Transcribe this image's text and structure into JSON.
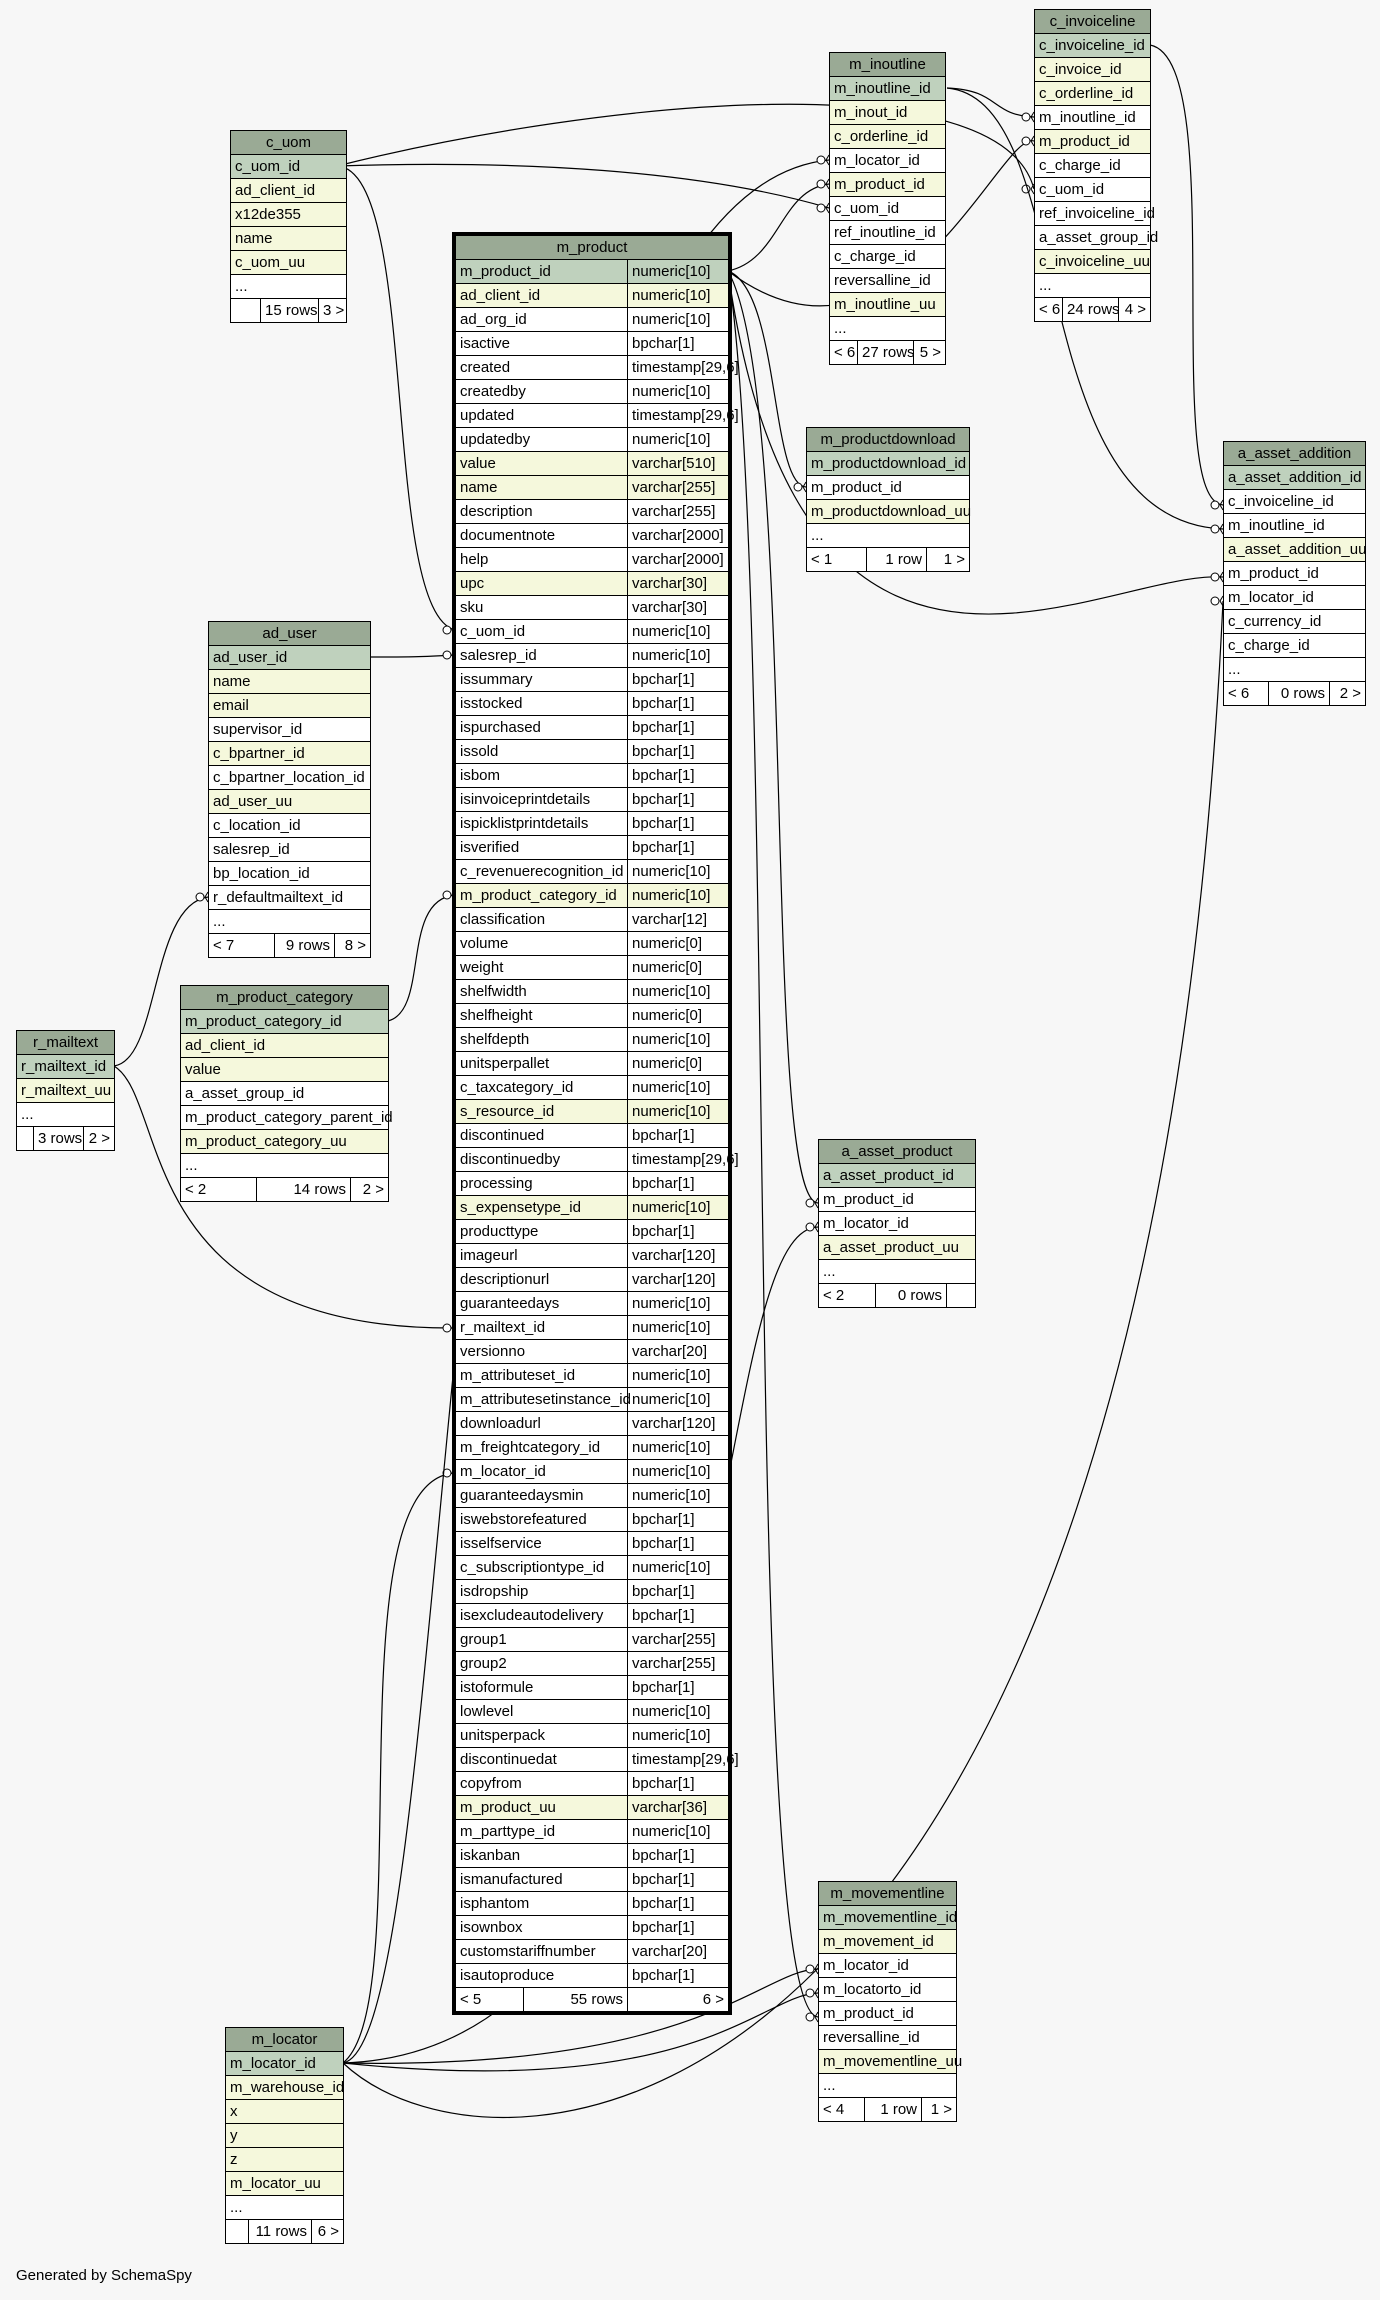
{
  "footer": "Generated by SchemaSpy",
  "tables": {
    "c_uom": {
      "name": "c_uom",
      "rows": [
        {
          "c": "c_uom_id",
          "k": "pk"
        },
        {
          "c": "ad_client_id",
          "k": "idx"
        },
        {
          "c": "x12de355",
          "k": "idx"
        },
        {
          "c": "name",
          "k": "idx"
        },
        {
          "c": "c_uom_uu",
          "k": "idx"
        },
        {
          "c": "...",
          "k": ""
        }
      ],
      "foot": [
        "",
        "15 rows",
        "3 >"
      ]
    },
    "ad_user": {
      "name": "ad_user",
      "rows": [
        {
          "c": "ad_user_id",
          "k": "pk"
        },
        {
          "c": "name",
          "k": "idx"
        },
        {
          "c": "email",
          "k": "idx"
        },
        {
          "c": "supervisor_id",
          "k": ""
        },
        {
          "c": "c_bpartner_id",
          "k": "idx"
        },
        {
          "c": "c_bpartner_location_id",
          "k": ""
        },
        {
          "c": "ad_user_uu",
          "k": "idx"
        },
        {
          "c": "c_location_id",
          "k": ""
        },
        {
          "c": "salesrep_id",
          "k": ""
        },
        {
          "c": "bp_location_id",
          "k": ""
        },
        {
          "c": "r_defaultmailtext_id",
          "k": ""
        },
        {
          "c": "...",
          "k": ""
        }
      ],
      "foot": [
        "< 7",
        "9 rows",
        "8 >"
      ]
    },
    "r_mailtext": {
      "name": "r_mailtext",
      "rows": [
        {
          "c": "r_mailtext_id",
          "k": "pk"
        },
        {
          "c": "r_mailtext_uu",
          "k": "idx"
        },
        {
          "c": "...",
          "k": ""
        }
      ],
      "foot": [
        "",
        "3 rows",
        "2 >"
      ]
    },
    "m_product_category": {
      "name": "m_product_category",
      "rows": [
        {
          "c": "m_product_category_id",
          "k": "pk"
        },
        {
          "c": "ad_client_id",
          "k": "idx"
        },
        {
          "c": "value",
          "k": "idx"
        },
        {
          "c": "a_asset_group_id",
          "k": ""
        },
        {
          "c": "m_product_category_parent_id",
          "k": ""
        },
        {
          "c": "m_product_category_uu",
          "k": "idx"
        },
        {
          "c": "...",
          "k": ""
        }
      ],
      "foot": [
        "< 2",
        "14 rows",
        "2 >"
      ]
    },
    "m_locator": {
      "name": "m_locator",
      "rows": [
        {
          "c": "m_locator_id",
          "k": "pk"
        },
        {
          "c": "m_warehouse_id",
          "k": "idx"
        },
        {
          "c": "x",
          "k": "idx"
        },
        {
          "c": "y",
          "k": "idx"
        },
        {
          "c": "z",
          "k": "idx"
        },
        {
          "c": "m_locator_uu",
          "k": "idx"
        },
        {
          "c": "...",
          "k": ""
        }
      ],
      "foot": [
        "",
        "11 rows",
        "6 >"
      ]
    },
    "m_inoutline": {
      "name": "m_inoutline",
      "rows": [
        {
          "c": "m_inoutline_id",
          "k": "pk"
        },
        {
          "c": "m_inout_id",
          "k": "idx"
        },
        {
          "c": "c_orderline_id",
          "k": "idx"
        },
        {
          "c": "m_locator_id",
          "k": ""
        },
        {
          "c": "m_product_id",
          "k": "idx"
        },
        {
          "c": "c_uom_id",
          "k": ""
        },
        {
          "c": "ref_inoutline_id",
          "k": ""
        },
        {
          "c": "c_charge_id",
          "k": ""
        },
        {
          "c": "reversalline_id",
          "k": ""
        },
        {
          "c": "m_inoutline_uu",
          "k": "idx"
        },
        {
          "c": "...",
          "k": ""
        }
      ],
      "foot": [
        "< 6",
        "27 rows",
        "5 >"
      ]
    },
    "c_invoiceline": {
      "name": "c_invoiceline",
      "rows": [
        {
          "c": "c_invoiceline_id",
          "k": "pk"
        },
        {
          "c": "c_invoice_id",
          "k": "idx"
        },
        {
          "c": "c_orderline_id",
          "k": "idx"
        },
        {
          "c": "m_inoutline_id",
          "k": ""
        },
        {
          "c": "m_product_id",
          "k": "idx"
        },
        {
          "c": "c_charge_id",
          "k": ""
        },
        {
          "c": "c_uom_id",
          "k": ""
        },
        {
          "c": "ref_invoiceline_id",
          "k": ""
        },
        {
          "c": "a_asset_group_id",
          "k": ""
        },
        {
          "c": "c_invoiceline_uu",
          "k": "idx"
        },
        {
          "c": "...",
          "k": ""
        }
      ],
      "foot": [
        "< 6",
        "24 rows",
        "4 >"
      ]
    },
    "m_productdownload": {
      "name": "m_productdownload",
      "rows": [
        {
          "c": "m_productdownload_id",
          "k": "pk"
        },
        {
          "c": "m_product_id",
          "k": ""
        },
        {
          "c": "m_productdownload_uu",
          "k": "idx"
        },
        {
          "c": "...",
          "k": ""
        }
      ],
      "foot": [
        "< 1",
        "1 row",
        "1 >"
      ]
    },
    "a_asset_addition": {
      "name": "a_asset_addition",
      "rows": [
        {
          "c": "a_asset_addition_id",
          "k": "pk"
        },
        {
          "c": "c_invoiceline_id",
          "k": ""
        },
        {
          "c": "m_inoutline_id",
          "k": ""
        },
        {
          "c": "a_asset_addition_uu",
          "k": "idx"
        },
        {
          "c": "m_product_id",
          "k": ""
        },
        {
          "c": "m_locator_id",
          "k": ""
        },
        {
          "c": "c_currency_id",
          "k": ""
        },
        {
          "c": "c_charge_id",
          "k": ""
        },
        {
          "c": "...",
          "k": ""
        }
      ],
      "foot": [
        "< 6",
        "0 rows",
        "2 >"
      ]
    },
    "a_asset_product": {
      "name": "a_asset_product",
      "rows": [
        {
          "c": "a_asset_product_id",
          "k": "pk"
        },
        {
          "c": "m_product_id",
          "k": ""
        },
        {
          "c": "m_locator_id",
          "k": ""
        },
        {
          "c": "a_asset_product_uu",
          "k": "idx"
        },
        {
          "c": "...",
          "k": ""
        }
      ],
      "foot": [
        "< 2",
        "0 rows",
        ""
      ]
    },
    "m_movementline": {
      "name": "m_movementline",
      "rows": [
        {
          "c": "m_movementline_id",
          "k": "pk"
        },
        {
          "c": "m_movement_id",
          "k": "idx"
        },
        {
          "c": "m_locator_id",
          "k": ""
        },
        {
          "c": "m_locatorto_id",
          "k": ""
        },
        {
          "c": "m_product_id",
          "k": ""
        },
        {
          "c": "reversalline_id",
          "k": ""
        },
        {
          "c": "m_movementline_uu",
          "k": "idx"
        },
        {
          "c": "...",
          "k": ""
        }
      ],
      "foot": [
        "< 4",
        "1 row",
        "1 >"
      ]
    },
    "m_product": {
      "name": "m_product",
      "rows": [
        {
          "c": "m_product_id",
          "t": "numeric[10]",
          "k": "pk"
        },
        {
          "c": "ad_client_id",
          "t": "numeric[10]",
          "k": "idx"
        },
        {
          "c": "ad_org_id",
          "t": "numeric[10]",
          "k": ""
        },
        {
          "c": "isactive",
          "t": "bpchar[1]",
          "k": ""
        },
        {
          "c": "created",
          "t": "timestamp[29,6]",
          "k": ""
        },
        {
          "c": "createdby",
          "t": "numeric[10]",
          "k": ""
        },
        {
          "c": "updated",
          "t": "timestamp[29,6]",
          "k": ""
        },
        {
          "c": "updatedby",
          "t": "numeric[10]",
          "k": ""
        },
        {
          "c": "value",
          "t": "varchar[510]",
          "k": "idx"
        },
        {
          "c": "name",
          "t": "varchar[255]",
          "k": "idx"
        },
        {
          "c": "description",
          "t": "varchar[255]",
          "k": ""
        },
        {
          "c": "documentnote",
          "t": "varchar[2000]",
          "k": ""
        },
        {
          "c": "help",
          "t": "varchar[2000]",
          "k": ""
        },
        {
          "c": "upc",
          "t": "varchar[30]",
          "k": "idx"
        },
        {
          "c": "sku",
          "t": "varchar[30]",
          "k": ""
        },
        {
          "c": "c_uom_id",
          "t": "numeric[10]",
          "k": ""
        },
        {
          "c": "salesrep_id",
          "t": "numeric[10]",
          "k": ""
        },
        {
          "c": "issummary",
          "t": "bpchar[1]",
          "k": ""
        },
        {
          "c": "isstocked",
          "t": "bpchar[1]",
          "k": ""
        },
        {
          "c": "ispurchased",
          "t": "bpchar[1]",
          "k": ""
        },
        {
          "c": "issold",
          "t": "bpchar[1]",
          "k": ""
        },
        {
          "c": "isbom",
          "t": "bpchar[1]",
          "k": ""
        },
        {
          "c": "isinvoiceprintdetails",
          "t": "bpchar[1]",
          "k": ""
        },
        {
          "c": "ispicklistprintdetails",
          "t": "bpchar[1]",
          "k": ""
        },
        {
          "c": "isverified",
          "t": "bpchar[1]",
          "k": ""
        },
        {
          "c": "c_revenuerecognition_id",
          "t": "numeric[10]",
          "k": ""
        },
        {
          "c": "m_product_category_id",
          "t": "numeric[10]",
          "k": "idx"
        },
        {
          "c": "classification",
          "t": "varchar[12]",
          "k": ""
        },
        {
          "c": "volume",
          "t": "numeric[0]",
          "k": ""
        },
        {
          "c": "weight",
          "t": "numeric[0]",
          "k": ""
        },
        {
          "c": "shelfwidth",
          "t": "numeric[10]",
          "k": ""
        },
        {
          "c": "shelfheight",
          "t": "numeric[0]",
          "k": ""
        },
        {
          "c": "shelfdepth",
          "t": "numeric[10]",
          "k": ""
        },
        {
          "c": "unitsperpallet",
          "t": "numeric[0]",
          "k": ""
        },
        {
          "c": "c_taxcategory_id",
          "t": "numeric[10]",
          "k": ""
        },
        {
          "c": "s_resource_id",
          "t": "numeric[10]",
          "k": "idx"
        },
        {
          "c": "discontinued",
          "t": "bpchar[1]",
          "k": ""
        },
        {
          "c": "discontinuedby",
          "t": "timestamp[29,6]",
          "k": ""
        },
        {
          "c": "processing",
          "t": "bpchar[1]",
          "k": ""
        },
        {
          "c": "s_expensetype_id",
          "t": "numeric[10]",
          "k": "idx"
        },
        {
          "c": "producttype",
          "t": "bpchar[1]",
          "k": ""
        },
        {
          "c": "imageurl",
          "t": "varchar[120]",
          "k": ""
        },
        {
          "c": "descriptionurl",
          "t": "varchar[120]",
          "k": ""
        },
        {
          "c": "guaranteedays",
          "t": "numeric[10]",
          "k": ""
        },
        {
          "c": "r_mailtext_id",
          "t": "numeric[10]",
          "k": ""
        },
        {
          "c": "versionno",
          "t": "varchar[20]",
          "k": ""
        },
        {
          "c": "m_attributeset_id",
          "t": "numeric[10]",
          "k": ""
        },
        {
          "c": "m_attributesetinstance_id",
          "t": "numeric[10]",
          "k": ""
        },
        {
          "c": "downloadurl",
          "t": "varchar[120]",
          "k": ""
        },
        {
          "c": "m_freightcategory_id",
          "t": "numeric[10]",
          "k": ""
        },
        {
          "c": "m_locator_id",
          "t": "numeric[10]",
          "k": ""
        },
        {
          "c": "guaranteedaysmin",
          "t": "numeric[10]",
          "k": ""
        },
        {
          "c": "iswebstorefeatured",
          "t": "bpchar[1]",
          "k": ""
        },
        {
          "c": "isselfservice",
          "t": "bpchar[1]",
          "k": ""
        },
        {
          "c": "c_subscriptiontype_id",
          "t": "numeric[10]",
          "k": ""
        },
        {
          "c": "isdropship",
          "t": "bpchar[1]",
          "k": ""
        },
        {
          "c": "isexcludeautodelivery",
          "t": "bpchar[1]",
          "k": ""
        },
        {
          "c": "group1",
          "t": "varchar[255]",
          "k": ""
        },
        {
          "c": "group2",
          "t": "varchar[255]",
          "k": ""
        },
        {
          "c": "istoformule",
          "t": "bpchar[1]",
          "k": ""
        },
        {
          "c": "lowlevel",
          "t": "numeric[10]",
          "k": ""
        },
        {
          "c": "unitsperpack",
          "t": "numeric[10]",
          "k": ""
        },
        {
          "c": "discontinuedat",
          "t": "timestamp[29,6]",
          "k": ""
        },
        {
          "c": "copyfrom",
          "t": "bpchar[1]",
          "k": ""
        },
        {
          "c": "m_product_uu",
          "t": "varchar[36]",
          "k": "idx"
        },
        {
          "c": "m_parttype_id",
          "t": "numeric[10]",
          "k": ""
        },
        {
          "c": "iskanban",
          "t": "bpchar[1]",
          "k": ""
        },
        {
          "c": "ismanufactured",
          "t": "bpchar[1]",
          "k": ""
        },
        {
          "c": "isphantom",
          "t": "bpchar[1]",
          "k": ""
        },
        {
          "c": "isownbox",
          "t": "bpchar[1]",
          "k": ""
        },
        {
          "c": "customstariffnumber",
          "t": "varchar[20]",
          "k": ""
        },
        {
          "c": "isautoproduce",
          "t": "bpchar[1]",
          "k": ""
        }
      ],
      "foot": [
        "< 5",
        "55 rows",
        "6 >"
      ]
    }
  }
}
